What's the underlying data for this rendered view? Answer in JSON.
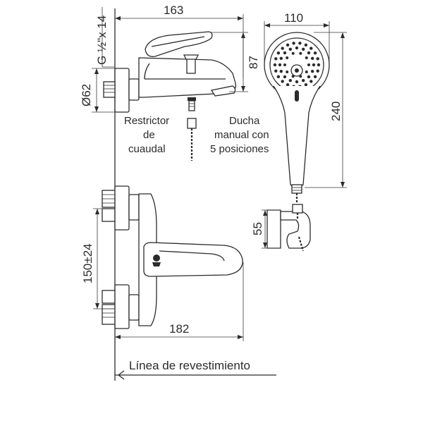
{
  "dimensions": {
    "thread": "G ½\"x 14",
    "diameter": "Ø62",
    "body_width": "163",
    "body_height": "87",
    "spacing": "150±24",
    "spout_length": "182",
    "shower_head_width": "110",
    "shower_length": "240",
    "holder_height": "55"
  },
  "labels": {
    "restrictor": [
      "Restrictor",
      "de",
      "cuaudal"
    ],
    "shower": [
      "Ducha",
      "manual con",
      "5 posiciones"
    ],
    "wall_line": "Línea de revestimiento"
  },
  "colors": {
    "line": "#2b2b2b",
    "background": "#ffffff"
  }
}
